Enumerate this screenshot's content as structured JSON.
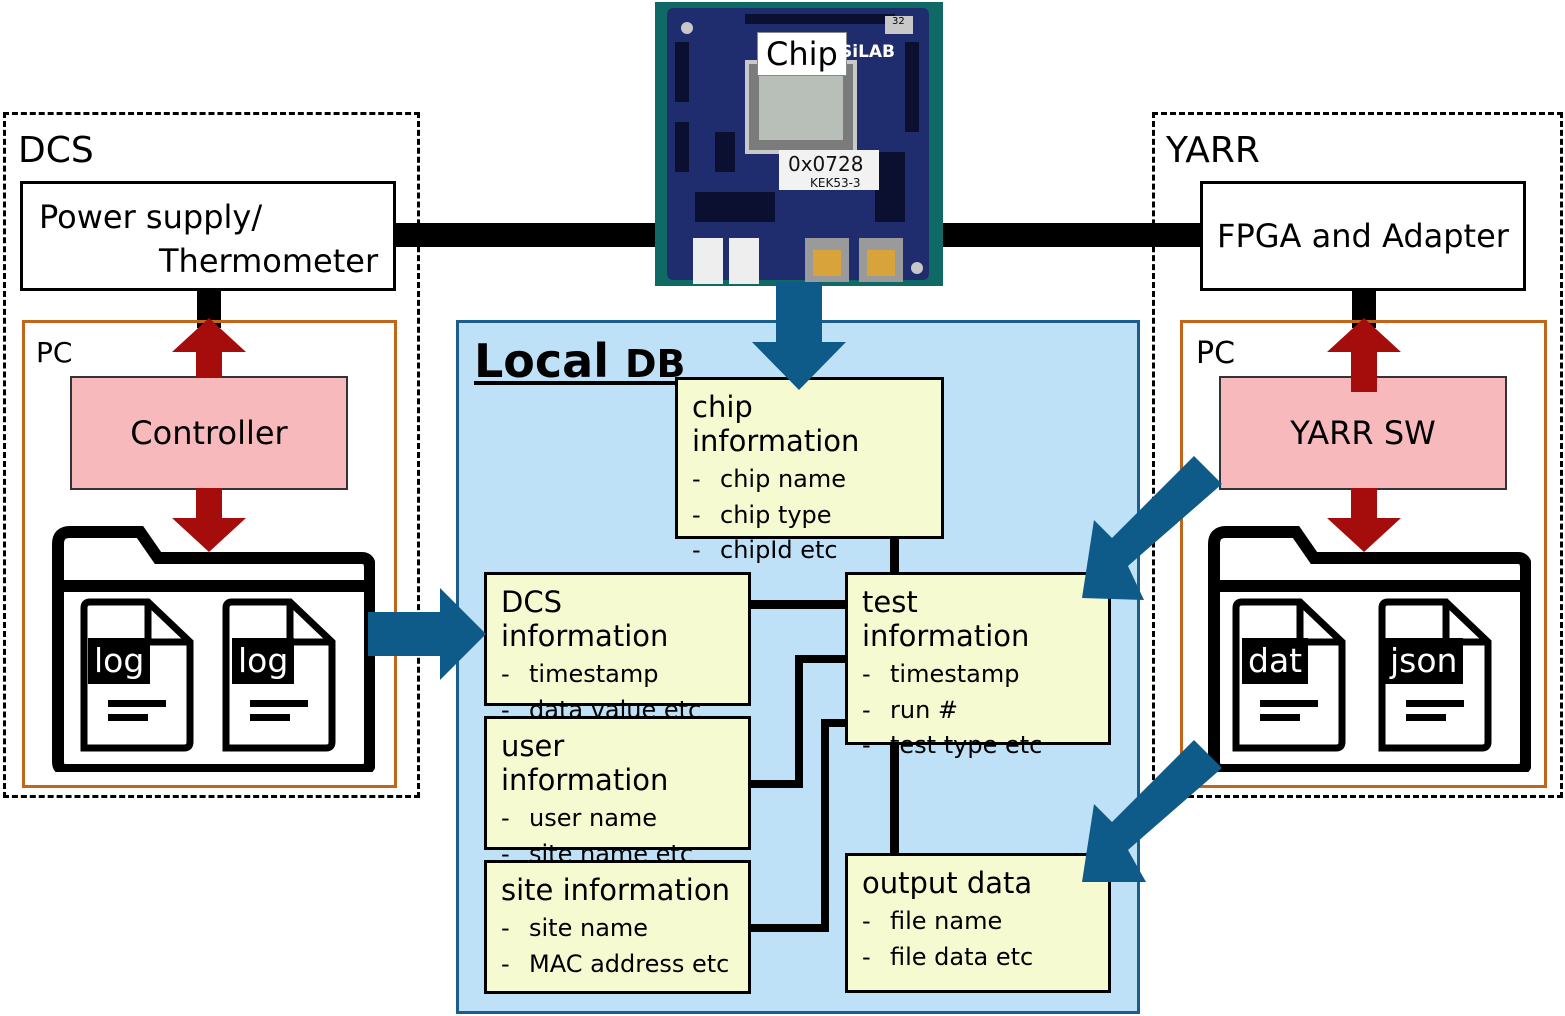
{
  "dcs": {
    "title": "DCS",
    "power_supply_line1": "Power supply/",
    "power_supply_line2": "Thermometer",
    "pc_label": "PC",
    "controller": "Controller",
    "file1": "log",
    "file2": "log"
  },
  "chip": {
    "label": "Chip",
    "board_id": "0x0728",
    "board_sub": "KEK53-3",
    "board_num": "32",
    "logo": "SiLAB"
  },
  "yarr": {
    "title": "YARR",
    "fpga": "FPGA and Adapter",
    "pc_label": "PC",
    "software": "YARR SW",
    "file1": "dat",
    "file2": "json"
  },
  "localdb": {
    "title_a": "Local",
    "title_b": "DB",
    "chip_info": {
      "title": "chip information",
      "items": [
        "chip name",
        "chip type",
        "chipId etc"
      ]
    },
    "dcs_info": {
      "title": "DCS information",
      "items": [
        "timestamp",
        "data value etc"
      ]
    },
    "user_info": {
      "title": "user information",
      "items": [
        "user name",
        "site name etc"
      ]
    },
    "site_info": {
      "title": "site information",
      "items": [
        "site name",
        "MAC address etc"
      ]
    },
    "test_info": {
      "title": "test information",
      "items": [
        "timestamp",
        "run #",
        "test type etc"
      ]
    },
    "output_data": {
      "title": "output data",
      "items": [
        "file name",
        "file data etc"
      ]
    }
  },
  "colors": {
    "arrow_blue": "#0e5b8a",
    "arrow_red": "#a50d0d",
    "db_background": "#bfe1f7",
    "db_border": "#1b5e8c",
    "info_box": "#f5fad0",
    "pink_box": "#f8b9bd",
    "pc_border": "#c0661a"
  },
  "dash": "-"
}
